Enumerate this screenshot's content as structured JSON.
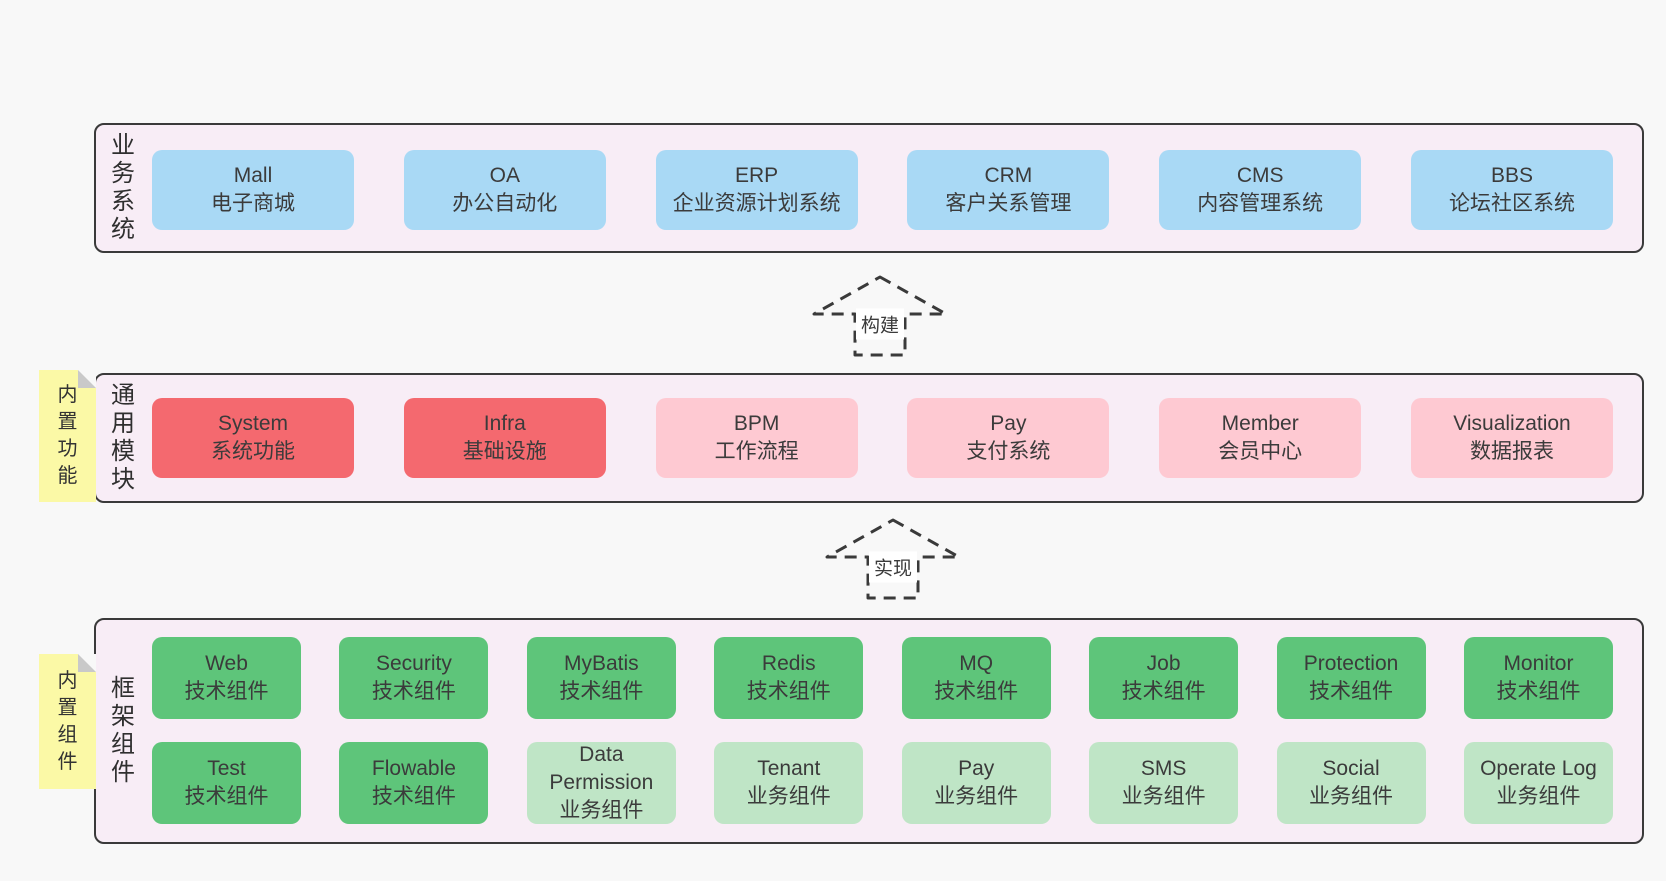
{
  "colors": {
    "page_bg": "#f8f8f8",
    "band_bg": "#f8edf6",
    "band_border": "#3a3a3a",
    "blue_box": "#a9d9f5",
    "red_box": "#f4696f",
    "pink_box": "#fec9d2",
    "green_box": "#5ec57a",
    "light_green_box": "#bfe5c6",
    "sticky_yellow": "#fbf9a6",
    "sticky_fold_gray": "#c9c9c9",
    "text": "#3b3b3b"
  },
  "bands": [
    {
      "label": "业务系统",
      "boxes": [
        {
          "en": "Mall",
          "zh": "电子商城"
        },
        {
          "en": "OA",
          "zh": "办公自动化"
        },
        {
          "en": "ERP",
          "zh": "企业资源计划系统"
        },
        {
          "en": "CRM",
          "zh": "客户关系管理"
        },
        {
          "en": "CMS",
          "zh": "内容管理系统"
        },
        {
          "en": "BBS",
          "zh": "论坛社区系统"
        }
      ]
    },
    {
      "label": "通用模块",
      "note": "内置功能",
      "boxes": [
        {
          "en": "System",
          "zh": "系统功能"
        },
        {
          "en": "Infra",
          "zh": "基础设施"
        },
        {
          "en": "BPM",
          "zh": "工作流程"
        },
        {
          "en": "Pay",
          "zh": "支付系统"
        },
        {
          "en": "Member",
          "zh": "会员中心"
        },
        {
          "en": "Visualization",
          "zh": "数据报表"
        }
      ]
    },
    {
      "label": "框架组件",
      "note": "内置组件",
      "rows": [
        [
          {
            "en": "Web",
            "zh": "技术组件"
          },
          {
            "en": "Security",
            "zh": "技术组件"
          },
          {
            "en": "MyBatis",
            "zh": "技术组件"
          },
          {
            "en": "Redis",
            "zh": "技术组件"
          },
          {
            "en": "MQ",
            "zh": "技术组件"
          },
          {
            "en": "Job",
            "zh": "技术组件"
          },
          {
            "en": "Protection",
            "zh": "技术组件"
          },
          {
            "en": "Monitor",
            "zh": "技术组件"
          }
        ],
        [
          {
            "en": "Test",
            "zh": "技术组件"
          },
          {
            "en": "Flowable",
            "zh": "技术组件"
          },
          {
            "en": "Data Permission",
            "zh": "业务组件"
          },
          {
            "en": "Tenant",
            "zh": "业务组件"
          },
          {
            "en": "Pay",
            "zh": "业务组件"
          },
          {
            "en": "SMS",
            "zh": "业务组件"
          },
          {
            "en": "Social",
            "zh": "业务组件"
          },
          {
            "en": "Operate Log",
            "zh": "业务组件"
          }
        ]
      ]
    }
  ],
  "arrows": [
    {
      "label": "构建"
    },
    {
      "label": "实现"
    }
  ]
}
